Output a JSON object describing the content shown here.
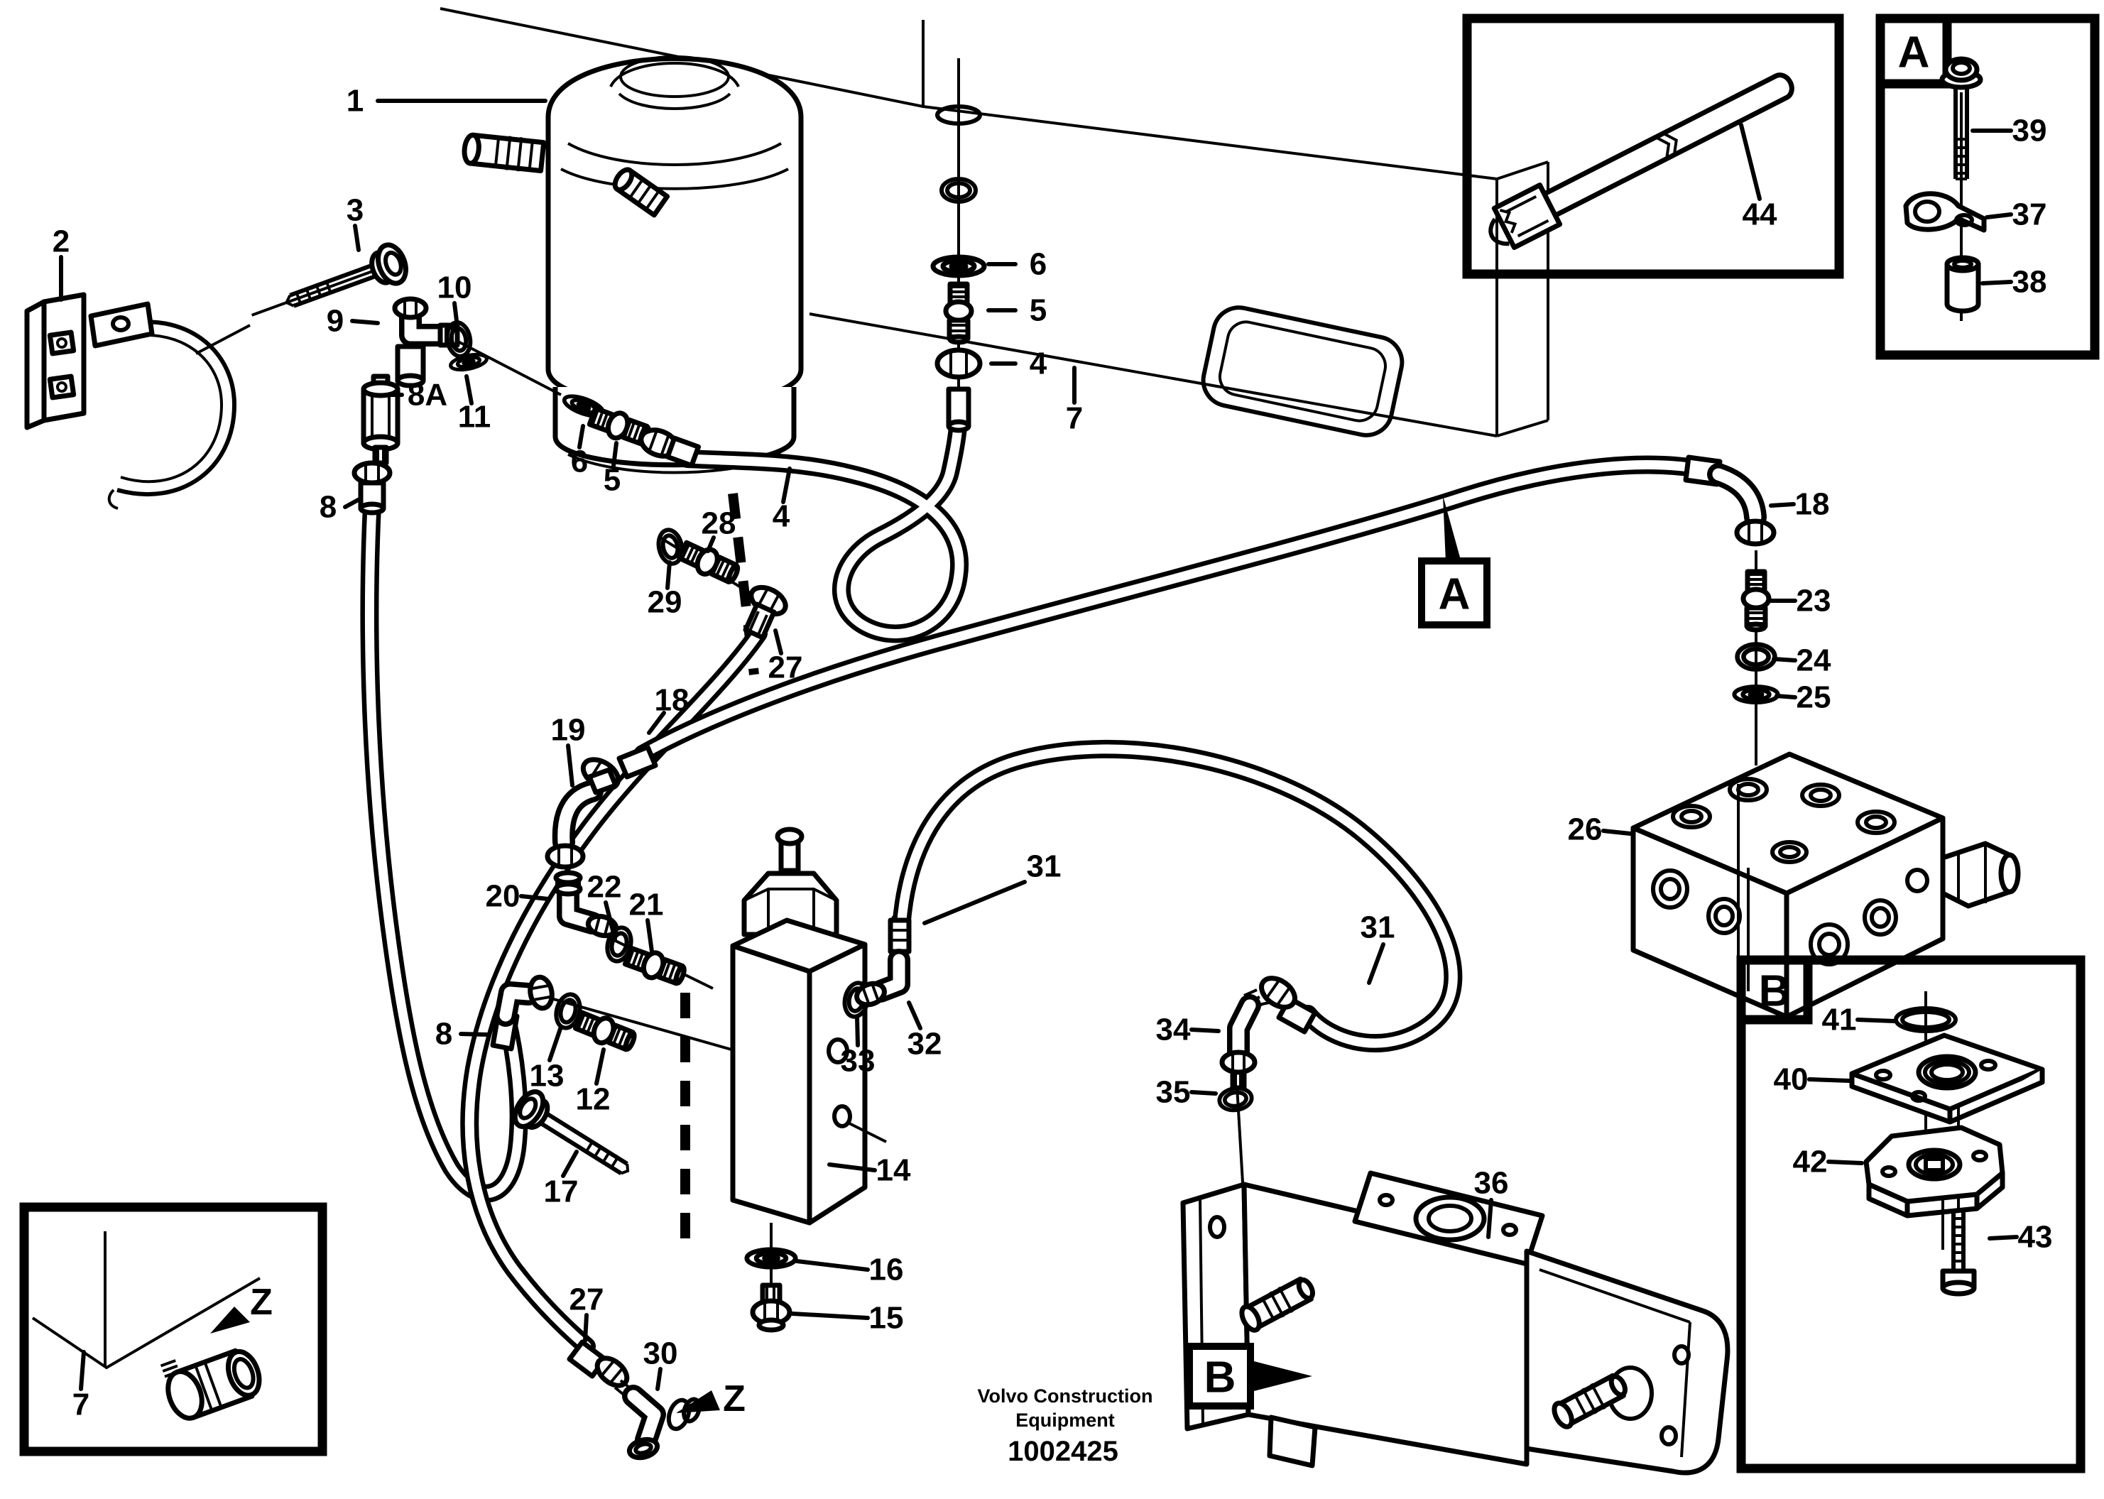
{
  "footer": {
    "line1": "Volvo Construction",
    "line2": "Equipment",
    "doc_number": "1002425"
  },
  "callouts": {
    "p1": "1",
    "p2": "2",
    "p3": "3",
    "p4_tank": "4",
    "p4_stack": "4",
    "p5_tank": "5",
    "p5_stack": "5",
    "p6_tank": "6",
    "p6_stack": "6",
    "p7_panel": "7",
    "p7_inset": "7",
    "p8_top": "8",
    "p8_loop": "8",
    "p8A": "8A",
    "p9": "9",
    "p10": "10",
    "p11": "11",
    "p12": "12",
    "p13": "13",
    "p14": "14",
    "p15": "15",
    "p16": "16",
    "p17": "17",
    "p18_left": "18",
    "p18_right": "18",
    "p19": "19",
    "p20": "20",
    "p21": "21",
    "p22": "22",
    "p23": "23",
    "p24": "24",
    "p25": "25",
    "p26": "26",
    "p27_top": "27",
    "p27_bottom": "27",
    "p28": "28",
    "p29": "29",
    "p30": "30",
    "p31_valve": "31",
    "p31_pump": "31",
    "p32": "32",
    "p33": "33",
    "p34": "34",
    "p35": "35",
    "p36": "36",
    "p37": "37",
    "p38": "38",
    "p39": "39",
    "p40": "40",
    "p41": "41",
    "p42": "42",
    "p43": "43",
    "p44": "44"
  },
  "references": {
    "A_inset": "A",
    "A_main": "A",
    "B_main": "B",
    "B_inset": "B",
    "Z_main": "Z",
    "Z_inset": "Z"
  }
}
